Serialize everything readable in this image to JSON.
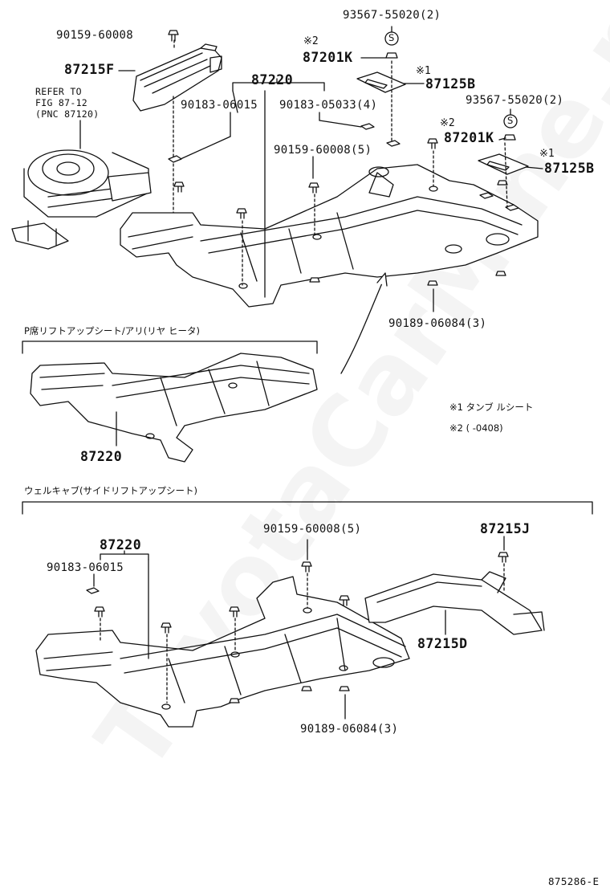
{
  "labels": {
    "p90159_top": "90159-60008",
    "p87215F": "87215F",
    "refer_line1": "REFER TO",
    "refer_line2": "FIG 87-12",
    "refer_line3": "(PNC 87120)",
    "p87220_top": "87220",
    "p90183_06015_top": "90183-06015",
    "p90183_05033": "90183-05033(4)",
    "p90159_5_top": "90159-60008(5)",
    "p93567_a": "93567-55020(2)",
    "mark2_a": "※2",
    "p87201K_a": "87201K",
    "mark1_a": "※1",
    "p87125B_a": "87125B",
    "p93567_b": "93567-55020(2)",
    "mark2_b": "※2",
    "p87201K_b": "87201K",
    "mark1_b": "※1",
    "p87125B_b": "87125B",
    "p90189_top": "90189-06084(3)",
    "section1_title": "P席リフトアップシート/アリ(リヤ ヒータ)",
    "p87220_mid": "87220",
    "note1": "※1 タンブ ルシート",
    "note2": "※2 (    -0408)",
    "section2_title": "ウェルキャブ(サイドリフトアップシート)",
    "p87220_bot": "87220",
    "p90183_06015_bot": "90183-06015",
    "p90159_5_bot": "90159-60008(5)",
    "p87215J": "87215J",
    "p87215D": "87215D",
    "p90189_bot": "90189-06084(3)",
    "figure_code": "875286-E"
  },
  "washer_symbol": "S",
  "watermark": "ToyotaCarMine.ru",
  "colors": {
    "ink": "#111111",
    "watermark": "#e8e8e8"
  }
}
